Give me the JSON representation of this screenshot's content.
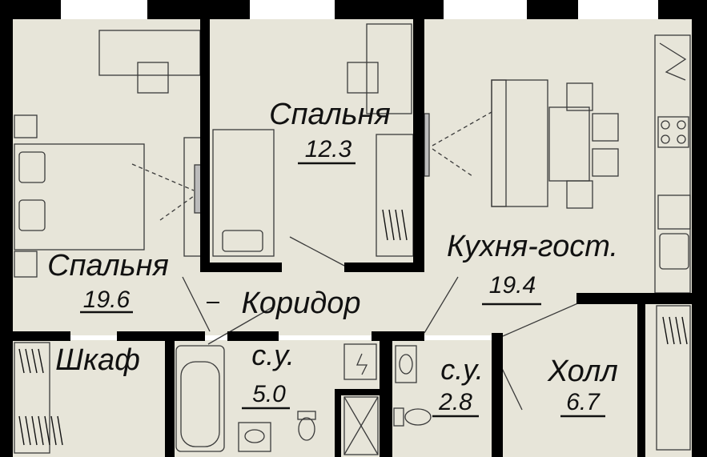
{
  "colors": {
    "floor": "#e7e5d9",
    "wall": "#000000",
    "furniture_line": "#3a3a3a",
    "text": "#111111"
  },
  "rooms": [
    {
      "id": "bedroom-1",
      "name": "Спальня",
      "area": "19.6"
    },
    {
      "id": "bedroom-2",
      "name": "Спальня",
      "area": "12.3"
    },
    {
      "id": "kitchen",
      "name": "Кухня-гост.",
      "area": "19.4"
    },
    {
      "id": "corridor",
      "name": "Коридор",
      "area": ""
    },
    {
      "id": "closet",
      "name": "Шкаф",
      "area": ""
    },
    {
      "id": "bath-1",
      "name": "с.у.",
      "area": "5.0"
    },
    {
      "id": "bath-2",
      "name": "с.у.",
      "area": "2.8"
    },
    {
      "id": "hall",
      "name": "Холл",
      "area": "6.7"
    }
  ]
}
